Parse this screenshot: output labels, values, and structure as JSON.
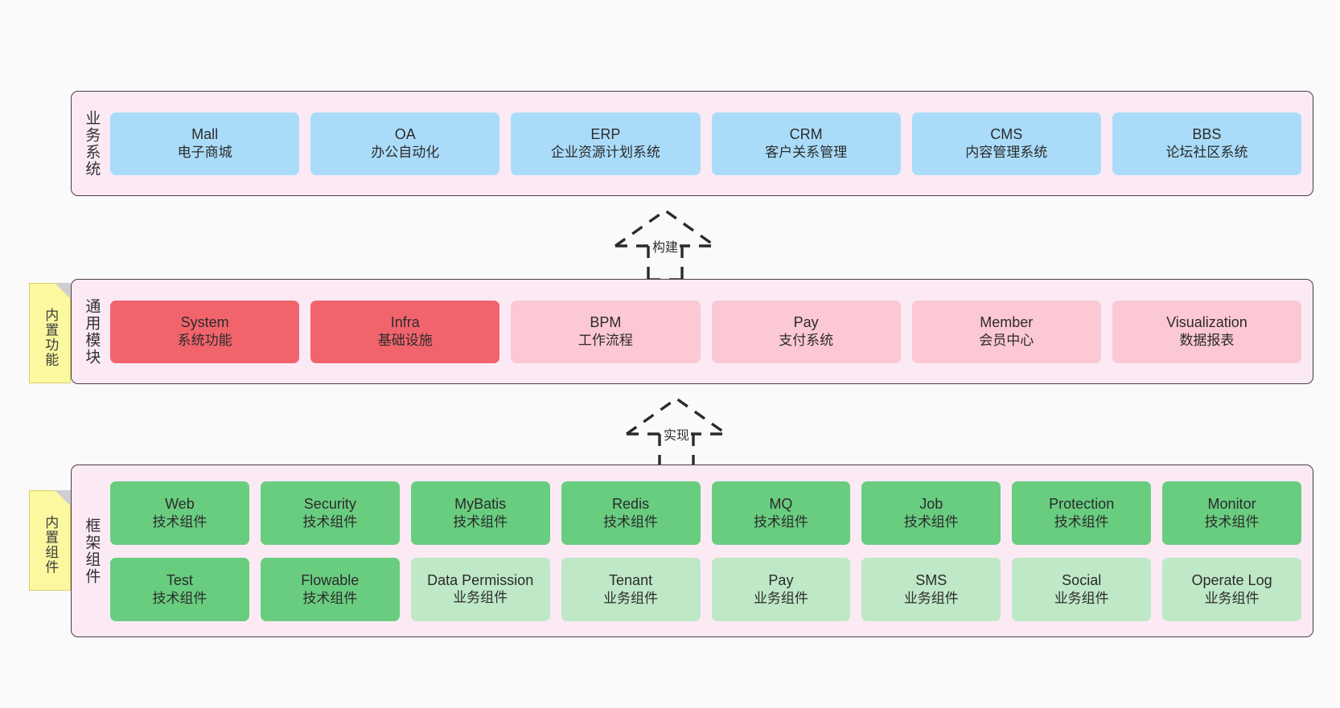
{
  "diagram": {
    "background": "#fafafa",
    "layer_fill": "#fbeaf4",
    "layer_border": "#4a3c46",
    "note_fill": "#fbf8a0"
  },
  "notes": [
    {
      "id": "note-builtin-function",
      "text": "内置功能"
    },
    {
      "id": "note-builtin-component",
      "text": "内置组件"
    }
  ],
  "layers": [
    {
      "id": "business-system",
      "title": "业务系统",
      "rows": [
        {
          "cards": [
            {
              "name": "Mall",
              "desc": "电子商城",
              "color": "#aadcfa",
              "style": "c-blue"
            },
            {
              "name": "OA",
              "desc": "办公自动化",
              "color": "#aadcfa",
              "style": "c-blue"
            },
            {
              "name": "ERP",
              "desc": "企业资源计划系统",
              "color": "#aadcfa",
              "style": "c-blue"
            },
            {
              "name": "CRM",
              "desc": "客户关系管理",
              "color": "#aadcfa",
              "style": "c-blue"
            },
            {
              "name": "CMS",
              "desc": "内容管理系统",
              "color": "#aadcfa",
              "style": "c-blue"
            },
            {
              "name": "BBS",
              "desc": "论坛社区系统",
              "color": "#aadcfa",
              "style": "c-blue"
            }
          ]
        }
      ]
    },
    {
      "id": "common-module",
      "title": "通用模块",
      "rows": [
        {
          "cards": [
            {
              "name": "System",
              "desc": "系统功能",
              "color": "#f2646c",
              "style": "c-red"
            },
            {
              "name": "Infra",
              "desc": "基础设施",
              "color": "#f2646c",
              "style": "c-red"
            },
            {
              "name": "BPM",
              "desc": "工作流程",
              "color": "#fcc8d3",
              "style": "c-pink"
            },
            {
              "name": "Pay",
              "desc": "支付系统",
              "color": "#fcc8d3",
              "style": "c-pink"
            },
            {
              "name": "Member",
              "desc": "会员中心",
              "color": "#fcc8d3",
              "style": "c-pink"
            },
            {
              "name": "Visualization",
              "desc": "数据报表",
              "color": "#fcc8d3",
              "style": "c-pink"
            }
          ]
        }
      ]
    },
    {
      "id": "framework-component",
      "title": "框架组件",
      "rows": [
        {
          "cards": [
            {
              "name": "Web",
              "desc": "技术组件",
              "color": "#69cd80",
              "style": "c-green"
            },
            {
              "name": "Security",
              "desc": "技术组件",
              "color": "#69cd80",
              "style": "c-green"
            },
            {
              "name": "MyBatis",
              "desc": "技术组件",
              "color": "#69cd80",
              "style": "c-green"
            },
            {
              "name": "Redis",
              "desc": "技术组件",
              "color": "#69cd80",
              "style": "c-green"
            },
            {
              "name": "MQ",
              "desc": "技术组件",
              "color": "#69cd80",
              "style": "c-green"
            },
            {
              "name": "Job",
              "desc": "技术组件",
              "color": "#69cd80",
              "style": "c-green"
            },
            {
              "name": "Protection",
              "desc": "技术组件",
              "color": "#69cd80",
              "style": "c-green"
            },
            {
              "name": "Monitor",
              "desc": "技术组件",
              "color": "#69cd80",
              "style": "c-green"
            }
          ]
        },
        {
          "cards": [
            {
              "name": "Test",
              "desc": "技术组件",
              "color": "#69cd80",
              "style": "c-green"
            },
            {
              "name": "Flowable",
              "desc": "技术组件",
              "color": "#69cd80",
              "style": "c-green"
            },
            {
              "name": "Data Permission",
              "desc": "业务组件",
              "color": "#bfe8c6",
              "style": "c-green-light"
            },
            {
              "name": "Tenant",
              "desc": "业务组件",
              "color": "#bfe8c6",
              "style": "c-green-light"
            },
            {
              "name": "Pay",
              "desc": "业务组件",
              "color": "#bfe8c6",
              "style": "c-green-light"
            },
            {
              "name": "SMS",
              "desc": "业务组件",
              "color": "#bfe8c6",
              "style": "c-green-light"
            },
            {
              "name": "Social",
              "desc": "业务组件",
              "color": "#bfe8c6",
              "style": "c-green-light"
            },
            {
              "name": "Operate Log",
              "desc": "业务组件",
              "color": "#bfe8c6",
              "style": "c-green-light"
            }
          ]
        }
      ]
    }
  ],
  "connectors": [
    {
      "id": "connector-build",
      "label": "构建",
      "from": "common-module",
      "to": "business-system"
    },
    {
      "id": "connector-implement",
      "label": "实现",
      "from": "framework-component",
      "to": "common-module"
    }
  ]
}
